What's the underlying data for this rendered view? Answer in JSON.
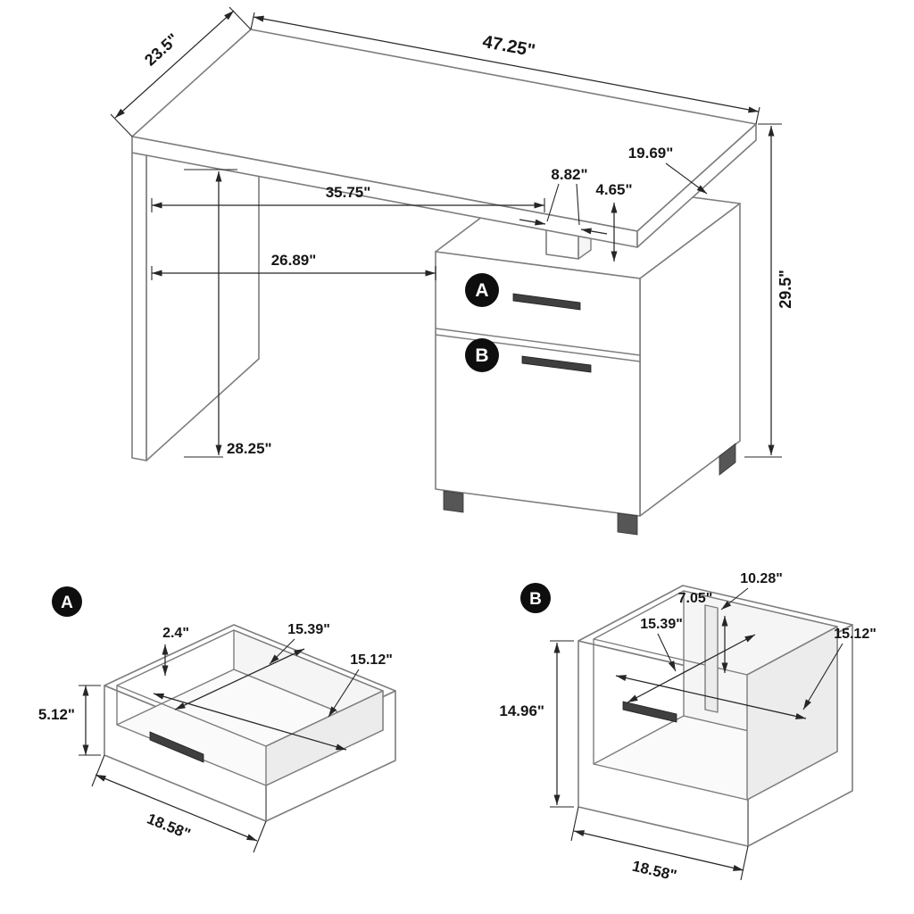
{
  "colors": {
    "background": "#ffffff",
    "ink": "#1c1c1c",
    "outline": "#7d7d7d",
    "badge": "#0e0e0e"
  },
  "main_view": {
    "badge_a": "A",
    "badge_b": "B",
    "dims": {
      "top_length": "47.25\"",
      "top_depth": "23.5\"",
      "inner_width": "35.75\"",
      "kneehole_width": "26.89\"",
      "kneehole_height": "28.25\"",
      "overall_height": "29.5\"",
      "top_overhang": "19.69\"",
      "support_width": "8.82\"",
      "support_gap": "4.65\""
    }
  },
  "drawer_a_view": {
    "badge": "A",
    "dims": {
      "front_height": "5.12\"",
      "front_width": "18.58\"",
      "inner_depth_small": "2.4\"",
      "inner_depth": "15.39\"",
      "inner_width": "15.12\""
    }
  },
  "drawer_b_view": {
    "badge": "B",
    "dims": {
      "front_height": "14.96\"",
      "front_width": "18.58\"",
      "top_depth": "10.28\"",
      "inner_upper_height": "7.05\"",
      "inner_depth": "15.39\"",
      "inner_width": "15.12\""
    }
  }
}
